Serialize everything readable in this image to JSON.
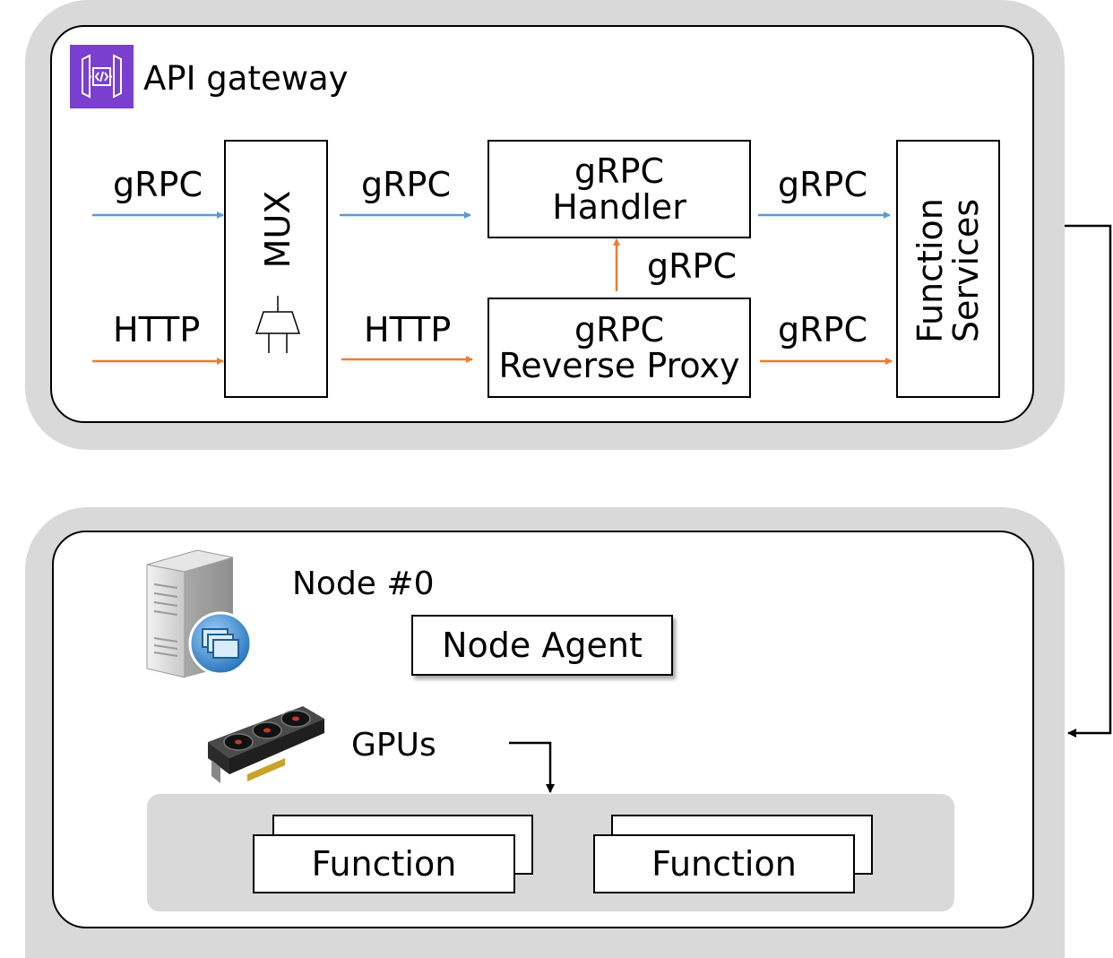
{
  "gateway": {
    "title": "API gateway",
    "icon": "api-gateway-icon",
    "icon_color": "#7b3fcf",
    "mux_label": "MUX",
    "grpc_handler_label": "gRPC\nHandler",
    "reverse_proxy_label": "gRPC\nReverse Proxy",
    "function_services_label": "Function\nServices",
    "edge_labels": {
      "in_grpc": "gRPC",
      "in_http": "HTTP",
      "mux_to_handler": "gRPC",
      "mux_to_proxy": "HTTP",
      "proxy_to_handler": "gRPC",
      "handler_to_services": "gRPC",
      "proxy_to_services": "gRPC"
    },
    "colors": {
      "grpc": "#5b9bd5",
      "http": "#ed7d31"
    }
  },
  "node": {
    "title": "Node #0",
    "server_icon": "server-icon",
    "agent_label": "Node Agent",
    "gpu_label": "GPUs",
    "gpu_icon": "gpu-card-icon",
    "functions": [
      {
        "label": "Function"
      },
      {
        "label": "Function"
      }
    ]
  }
}
